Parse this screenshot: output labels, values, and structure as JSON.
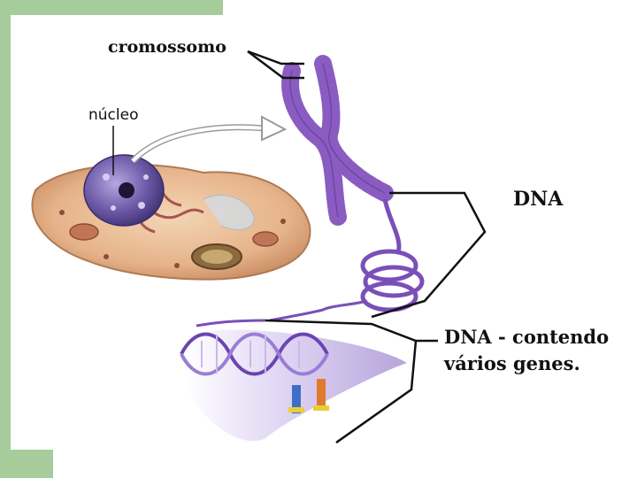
{
  "labels": {
    "chromosome": "cromossomo",
    "nucleus": "núcleo",
    "dna": "DNA",
    "dna_genes_line1": "DNA - contendo",
    "dna_genes_line2": "vários genes."
  },
  "colors": {
    "frame_green": "#a6cc9b",
    "chromosome_purple": "#8a5cc2",
    "cell_body": "#e8bc95",
    "nucleus_purple": "#6b5aa3",
    "dna_purple": "#7b4fb8"
  },
  "icons": [
    "arrow-icon"
  ]
}
